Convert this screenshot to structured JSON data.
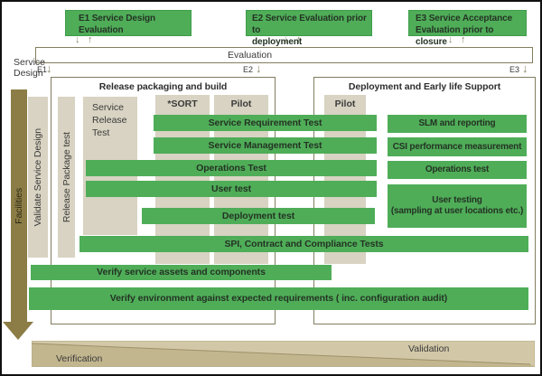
{
  "colors": {
    "green": "#4fad58",
    "green_border": "#3e9d49",
    "beige_column": "#d8d3c2",
    "olive_arrow": "#8c7d46",
    "box_border": "#827d5f",
    "tan_validation": "#d2c8a8",
    "tan_verification": "#c2b68f",
    "text_dark": "#3a3a3a",
    "text_on_green": "#243324"
  },
  "icons": {
    "down": "↓",
    "up": "↑"
  },
  "top_row": {
    "boxes": [
      {
        "lines": [
          "E1 Service Design",
          "Evaluation"
        ]
      },
      {
        "lines": [
          "E2 Service Evaluation prior to",
          "deployment"
        ]
      },
      {
        "lines": [
          "E3 Service Acceptance",
          "Evaluation prior to closure"
        ]
      }
    ]
  },
  "evaluation_bar": {
    "label": "Evaluation"
  },
  "left_label": "Service Design",
  "markers": [
    {
      "label": "E1"
    },
    {
      "label": "E2"
    },
    {
      "label": "E3"
    }
  ],
  "sections": [
    {
      "title": "Release packaging and build"
    },
    {
      "title": "Deployment and Early life Support"
    }
  ],
  "vertical_items": [
    {
      "label": "Facilities"
    },
    {
      "label": "Validate Service Design"
    },
    {
      "label": "Release Package test"
    }
  ],
  "service_release_column": {
    "label": "Service Release Test"
  },
  "stage_columns": [
    {
      "label": "*SORT"
    },
    {
      "label": "Pilot"
    },
    {
      "label": "Pilot"
    }
  ],
  "test_bars": [
    {
      "label": "Service Requirement Test"
    },
    {
      "label": "Service Management Test"
    },
    {
      "label": "Operations Test"
    },
    {
      "label": "User test"
    },
    {
      "label": "Deployment test"
    },
    {
      "label": "SPI, Contract and Compliance Tests"
    },
    {
      "label": "Verify service assets and components"
    },
    {
      "label": "Verify environment against expected requirements ( inc. configuration audit)"
    }
  ],
  "els_boxes": [
    {
      "lines": [
        "SLM and reporting"
      ]
    },
    {
      "lines": [
        "CSI performance measurement"
      ]
    },
    {
      "lines": [
        "Operations test"
      ]
    },
    {
      "lines": [
        "User testing",
        "(sampling at user locations etc.)"
      ]
    }
  ],
  "bottom_wedge": {
    "verification": "Verification",
    "validation": "Validation"
  }
}
